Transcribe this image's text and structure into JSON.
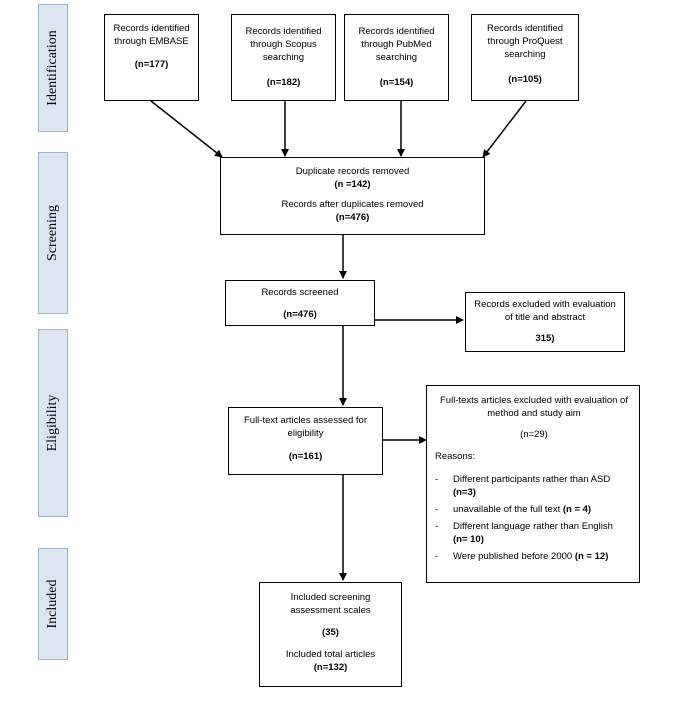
{
  "stages": {
    "identification": "Identification",
    "screening": "Screening",
    "eligibility": "Eligibility",
    "included": "Included"
  },
  "sources": [
    {
      "label": "Records identified through EMBASE",
      "count": "(n=177)"
    },
    {
      "label": "Records identified through Scopus searching",
      "count": "(n=182)"
    },
    {
      "label": "Records identified through PubMed searching",
      "count": "(n=154)"
    },
    {
      "label": "Records identified through ProQuest searching",
      "count": "(n=105)"
    }
  ],
  "duplicates": {
    "removed_label": "Duplicate records removed",
    "removed_count": "(n =142)",
    "after_label": "Records after duplicates removed",
    "after_count": "(n=476)"
  },
  "screened": {
    "label": "Records screened",
    "count": "(n=476)"
  },
  "excluded_title": {
    "label": "Records excluded with evaluation of title and abstract",
    "count": "315)"
  },
  "fulltext": {
    "label": "Full-text articles assessed for eligibility",
    "count": "(n=161)"
  },
  "excluded_fulltext": {
    "label": "Full-texts articles excluded with evaluation of method and study aim",
    "count": "(n=29)",
    "reasons_label": "Reasons:",
    "reasons": [
      {
        "dash": "-",
        "text": "Different participants rather than ASD",
        "count": "(n=3)"
      },
      {
        "dash": "-",
        "text": "unavailable of the full text",
        "count": "(n = 4)"
      },
      {
        "dash": "-",
        "text": "Different language rather than English",
        "count": "(n= 10)"
      },
      {
        "dash": "-",
        "text": "Were published before 2000",
        "count": "(n = 12)"
      }
    ]
  },
  "included": {
    "scales_label": "Included screening assessment scales",
    "scales_count": "(35)",
    "articles_label": "Included total articles",
    "articles_count": "(n=132)"
  }
}
